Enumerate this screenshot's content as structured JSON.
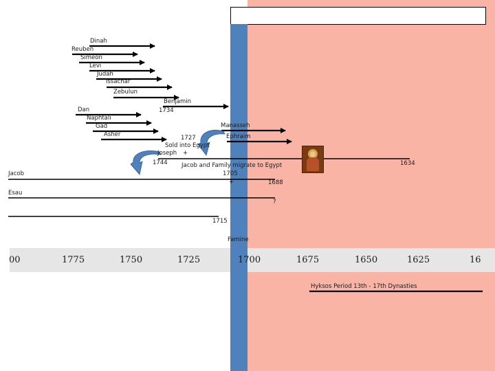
{
  "colors": {
    "hyksos_band": "#F9B4A6",
    "famine_band": "#4F81BD",
    "axis_band": "#E6E6E6",
    "line": "#000000",
    "arrow_blue": "#4F81BD"
  },
  "timeline": {
    "ticks": [
      "00",
      "1775",
      "1750",
      "1725",
      "1700",
      "1675",
      "1650",
      "1625",
      "16"
    ]
  },
  "people": {
    "dinah": "Dinah",
    "reuben": "Reuben",
    "simeon": "Simeon",
    "levi": "Levi",
    "judah": "Judah",
    "issachar": "Issachar",
    "zebulun": "Zebulun",
    "benjamin": "Benjamin",
    "dan": "Dan",
    "naphtali": "Naphtali",
    "gad": "Gad",
    "asher": "Asher",
    "manasseh": "Manasseh",
    "ephraim": "Ephraim",
    "joseph": "Joseph",
    "jacob": "Jacob",
    "esau": "Esau"
  },
  "annotations": {
    "benjamin_year": "1734",
    "year_1727": "1727",
    "sold_into_egypt": "Sold into Egypt",
    "joseph_death_mark": "+",
    "year_1744": "1744",
    "migrate": "Jacob and Family migrate to Egypt",
    "year_1705": "1705",
    "jacob_death_mark": "+",
    "year_1688": "1688",
    "year_1634": "1634",
    "esau_unknown": "?",
    "year_1715": "1715",
    "famine": "Famine",
    "hyksos": "Hyksos Period  13th - 17th Dynasties"
  }
}
